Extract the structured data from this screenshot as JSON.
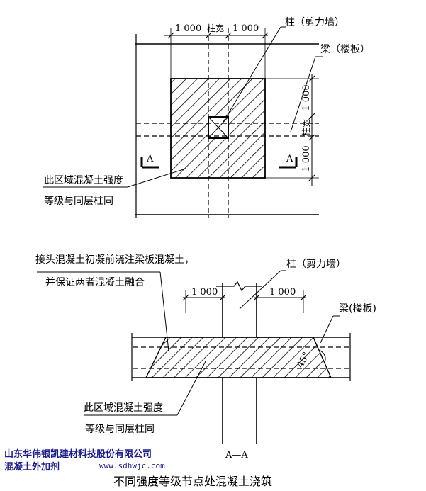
{
  "top_plan": {
    "dim_left": "1 000",
    "dim_mid": "柱宽",
    "dim_right": "1 000",
    "column_label": "柱（剪力墙）",
    "beam_label": "梁（楼板）",
    "section_left": "A",
    "section_right": "A",
    "vdim_top": "1 000",
    "vdim_mid": "柱宽",
    "vdim_bot": "1 000",
    "zone_line1": "此区域混凝土强度",
    "zone_line2": "等级与同层柱同"
  },
  "section": {
    "note_line1": "接头混凝土初凝前浇注梁板混凝土，",
    "note_line2": "并保证两者混凝土融合",
    "column_label": "柱（剪力墙）",
    "dim_left": "1 000",
    "dim_right": "1 000",
    "beam_label": "梁(楼板)",
    "angle_label": "45°",
    "zone_line1": "此区域混凝土强度",
    "zone_line2": "等级与同层柱同",
    "section_name": "A—A"
  },
  "footer": {
    "company": "山东华伟银凯建材科技股份有限公司",
    "product": "混凝土外加剂",
    "website": "www.sdhwjc.com",
    "caption": "不同强度等级节点处混凝土浇筑"
  },
  "colors": {
    "company_text": "#1a1a8c",
    "ink": "#000000"
  }
}
